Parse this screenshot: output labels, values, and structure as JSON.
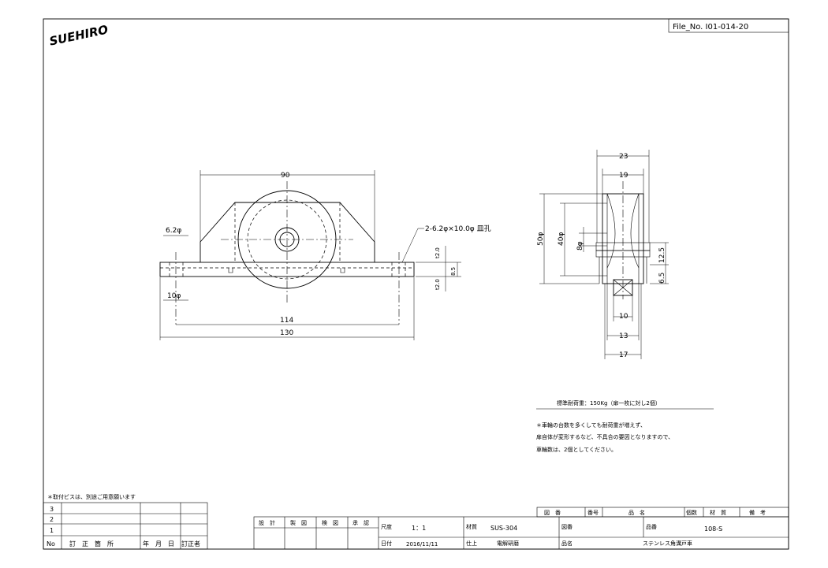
{
  "header": {
    "logo_text": "SUEHIRO",
    "file_no": "File_No. I01-014-20"
  },
  "front_view": {
    "dims": {
      "width_top": "90",
      "hole_small": "6.2φ",
      "counterbore_note": "2-6.2φ×10.0φ 皿孔",
      "hole_large": "10φ",
      "pitch": "114",
      "overall": "130",
      "t_top": "t2.0",
      "t_bottom": "t2.0",
      "height_85": "8.5"
    }
  },
  "side_view": {
    "dims": {
      "w23": "23",
      "w19": "19",
      "d50": "50φ",
      "d40": "40φ",
      "d8": "8φ",
      "h125": "12.5",
      "h65": "6.5",
      "w10": "10",
      "w13": "13",
      "w17": "17"
    }
  },
  "notes": {
    "load_title": "標準耐荷重：150Kg（扉一枚に対し2個）",
    "line1": "＊車輪の台数を多くしても耐荷重が増えず、",
    "line2": "扉自体が変形するなど、不具合の要因となりますので、",
    "line3": "車輪数は、2個としてください。",
    "screw_note": "＊取付ビスは、別途ご用意願います"
  },
  "revision_table": {
    "rows": [
      "3",
      "2",
      "1"
    ],
    "headers": {
      "no": "No",
      "place": "訂　正　箇　所",
      "date": "年　月　日",
      "by": "訂正者"
    }
  },
  "title_block": {
    "roles": [
      "設　計",
      "製　図",
      "検　図",
      "承　認"
    ],
    "scale_label": "尺度",
    "scale_value": "1：1",
    "date_label": "日付",
    "date_value": "2016/11/11",
    "material_label": "材質",
    "material_value": "SUS-304",
    "finish_label": "仕上",
    "finish_value": "電解研磨",
    "drawing_no_label": "図番",
    "part_no_label": "品番",
    "part_no_value": "108-S",
    "name_label": "品名",
    "name_value": "ステンレス角溝戸車",
    "parts_headers": [
      "図　番",
      "番号",
      "品　名",
      "個数",
      "材　質",
      "備　考"
    ]
  }
}
